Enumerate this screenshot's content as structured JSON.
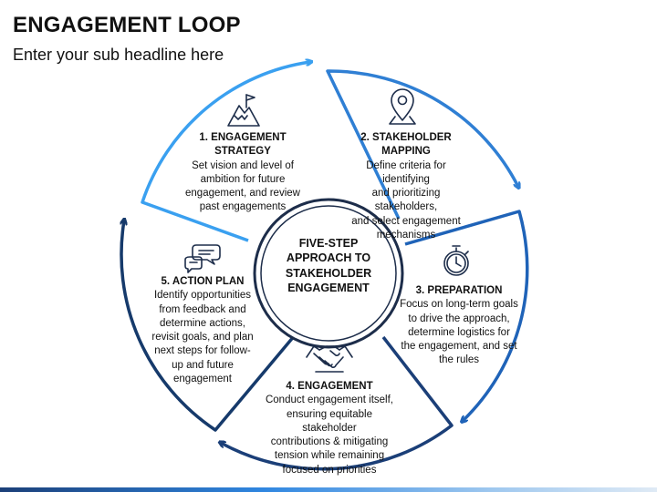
{
  "title": "ENGAGEMENT LOOP",
  "subtitle": "Enter your sub headline here",
  "center": "FIVE-STEP APPROACH TO STAKEHOLDER ENGAGEMENT",
  "colors": {
    "light_blue": "#3aa0f0",
    "mid_blue": "#2f7fd4",
    "blue": "#1f63b8",
    "dark_blue": "#1b3f78",
    "navy": "#163a6b",
    "center_ring": "#1d2d4a"
  },
  "steps": [
    {
      "heading": "1. ENGAGEMENT STRATEGY",
      "lines": [
        "Set vision and level of",
        "ambition for future",
        "engagement, and review",
        "past engagements"
      ],
      "icon": "mountain-flag-icon"
    },
    {
      "heading": "2. STAKEHOLDER MAPPING",
      "lines": [
        "Define criteria for identifying",
        "and prioritizing stakeholders,",
        "and select engagement",
        "mechanisms"
      ],
      "icon": "location-pin-icon"
    },
    {
      "heading": "3. PREPARATION",
      "lines": [
        "Focus on long-term goals",
        "to drive the approach,",
        "determine logistics for",
        "the engagement, and set",
        "the rules"
      ],
      "icon": "stopwatch-icon"
    },
    {
      "heading": "4. ENGAGEMENT",
      "lines": [
        "Conduct engagement  itself,",
        "ensuring equitable stakeholder",
        "contributions & mitigating",
        "tension while remaining",
        "focused on priorities"
      ],
      "icon": "handshake-icon"
    },
    {
      "heading": "5. ACTION PLAN",
      "lines": [
        "Identify opportunities",
        "from feedback and",
        "determine actions,",
        "revisit goals, and plan",
        "next steps for follow-",
        "up and future",
        "engagement"
      ],
      "icon": "chat-bubbles-icon"
    }
  ]
}
